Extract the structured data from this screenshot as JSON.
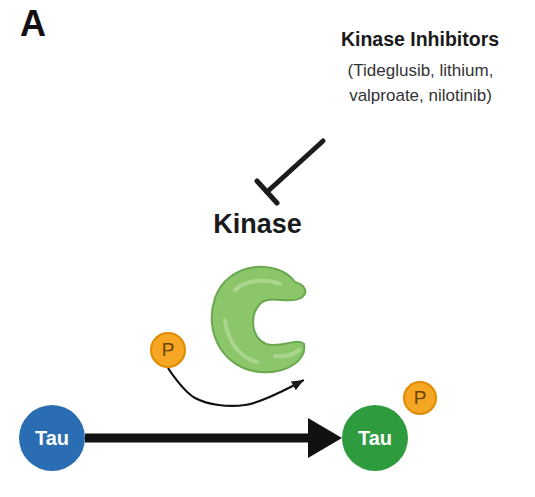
{
  "diagram": {
    "nodes": [
      {
        "text": [
          "Kinase"
        ]
      },
      {
        "text": [
          "P"
        ]
      },
      {
        "text": [
          "P"
        ]
      },
      {
        "text": [
          "Tau"
        ]
      },
      {
        "text": [
          "Tau"
        ]
      }
    ],
    "edges": [
      {
        "from": 1,
        "to": 0,
        "arrow": "to"
      },
      {
        "from": 3,
        "to": 4,
        "arrow": "to"
      }
    ],
    "labels": [
      "A",
      "Kinase Inhibitors",
      "(Tideglusib, lithium, valproate, nilotinib)"
    ]
  }
}
